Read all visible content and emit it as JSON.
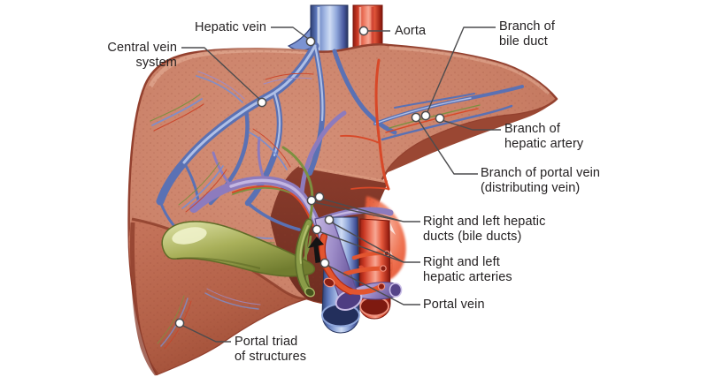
{
  "figure": {
    "type": "anatomical-diagram",
    "subject": "Liver with hepatic vessels, bile ducts and portal triad",
    "background_color": "#ffffff",
    "leader_line_color": "#4c4c4e",
    "label_text_color": "#242122"
  },
  "labels": [
    {
      "id": "hepatic-vein",
      "text": "Hepatic vein"
    },
    {
      "id": "central-vein-system",
      "text": "Central vein\nsystem"
    },
    {
      "id": "aorta",
      "text": "Aorta"
    },
    {
      "id": "branch-of-bile-duct",
      "text": "Branch of\nbile duct"
    },
    {
      "id": "branch-of-hepatic-artery",
      "text": "Branch of\nhepatic artery"
    },
    {
      "id": "branch-of-portal-vein",
      "text": "Branch of portal vein\n(distributing vein)"
    },
    {
      "id": "right-left-hepatic-ducts",
      "text": "Right and left hepatic\nducts (bile ducts)"
    },
    {
      "id": "right-left-hepatic-arteries",
      "text": "Right and left\nhepatic arteries"
    },
    {
      "id": "portal-vein",
      "text": "Portal vein"
    },
    {
      "id": "portal-triad",
      "text": "Portal triad\nof structures"
    }
  ],
  "colors": {
    "liver_cut_surface": "#c97f66",
    "liver_front_face": "#b5654c",
    "liver_rim": "#8e3b29",
    "hepatic_vein_blue": "#6d86c6",
    "portal_vein_purple": "#9d8cc8",
    "hepatic_artery_red": "#d84828",
    "bile_duct_green": "#7c9040",
    "gallbladder_olive": "#a9b05a",
    "marker_dot": "#ffffff"
  }
}
